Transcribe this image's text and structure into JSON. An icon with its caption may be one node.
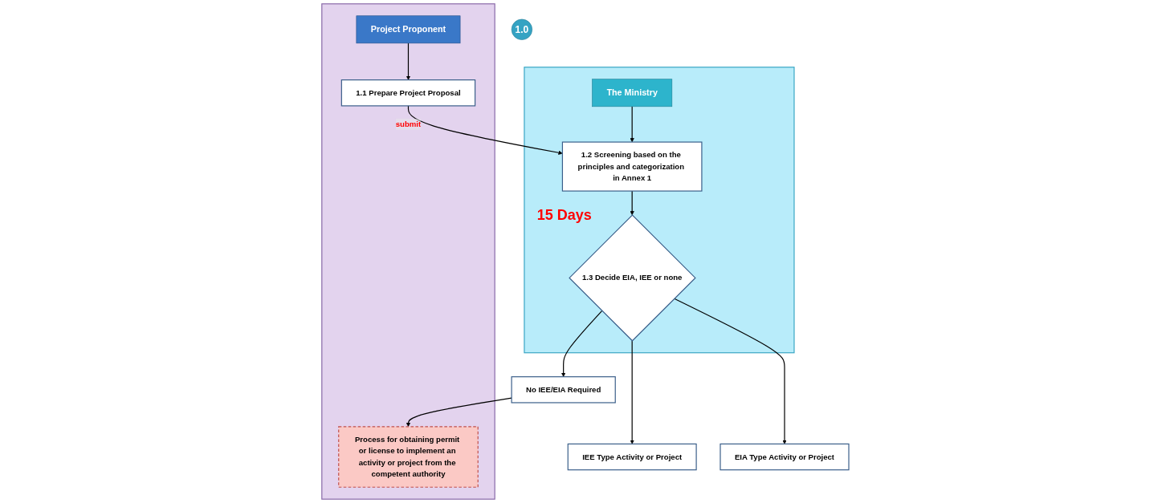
{
  "diagram": {
    "nodes": [
      {
        "text": [
          "1.0"
        ]
      },
      {
        "text": [],
        "shape": "box"
      },
      {
        "text": [
          "Project Proponent"
        ],
        "in": 1
      },
      {
        "text": [
          "1.1 Prepare Project Proposal"
        ],
        "in": 1
      },
      {
        "text": [
          "Process for obtaining permit or license to implement an activity or project from the competent authority"
        ],
        "in": 1
      },
      {
        "text": [],
        "shape": "box"
      },
      {
        "text": [
          "The Ministry"
        ],
        "in": 5
      },
      {
        "text": [
          "1.2 Screening based on the principles and categorization in Annex 1"
        ],
        "in": 5
      },
      {
        "text": [
          "1.3 Decide EIA, IEE or none"
        ],
        "in": 5,
        "beside": [
          "15 Days"
        ]
      },
      {
        "text": [
          "No IEE/EIA Required"
        ]
      },
      {
        "text": [
          "IEE Type Activity or Project"
        ]
      },
      {
        "text": [
          "EIA Type Activity or Project"
        ]
      }
    ],
    "edges": [
      {
        "from": 2,
        "to": 3,
        "arrow": "to"
      },
      {
        "from": 3,
        "to": 7,
        "arrow": "to",
        "label": "submit"
      },
      {
        "from": 6,
        "to": 7,
        "arrow": "to"
      },
      {
        "from": 7,
        "to": 8,
        "arrow": "to"
      },
      {
        "from": 8,
        "to": 9,
        "arrow": "to"
      },
      {
        "from": 9,
        "to": 4,
        "arrow": "to"
      },
      {
        "from": 8,
        "to": 10,
        "arrow": "to"
      },
      {
        "from": 8,
        "to": 11,
        "arrow": "to"
      }
    ]
  }
}
